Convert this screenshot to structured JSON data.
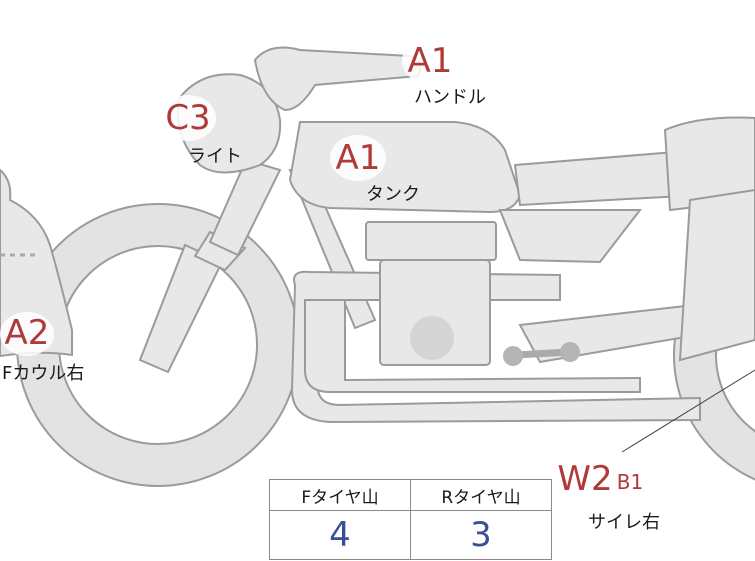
{
  "marks": [
    {
      "id": "handle",
      "grade": "A1",
      "part": "ハンドル"
    },
    {
      "id": "light",
      "grade": "C3",
      "part": "ライト"
    },
    {
      "id": "tank",
      "grade": "A1",
      "part": "タンク"
    },
    {
      "id": "fcowl",
      "grade": "A2",
      "part": "Fカウル右"
    },
    {
      "id": "muffler",
      "grade": "W2",
      "subgrade": "B1",
      "part": "サイレ右"
    }
  ],
  "tire_table": {
    "front_label": "Fタイヤ山",
    "rear_label": "Rタイヤ山",
    "front_value": "4",
    "rear_value": "3"
  },
  "colors": {
    "grade": "#b03a3a",
    "value": "#3a4f9a",
    "body_fill": "#e6e7e6",
    "outline": "#9a9a9a"
  }
}
